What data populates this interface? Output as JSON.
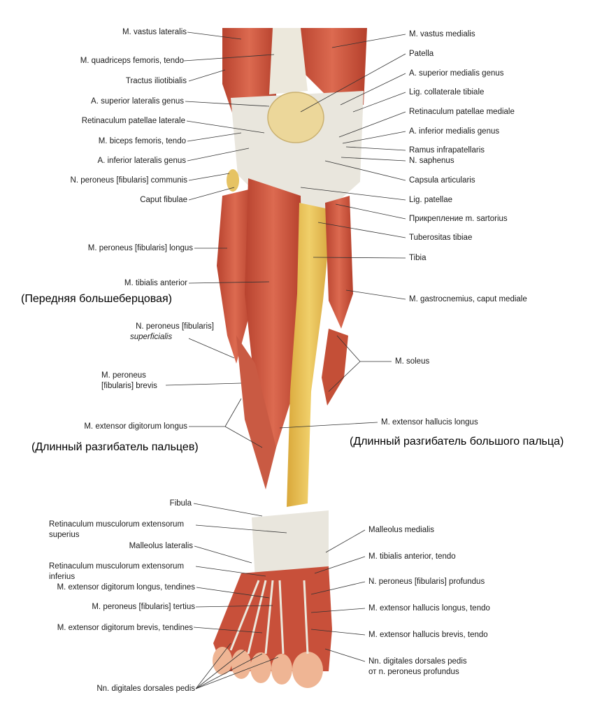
{
  "labels_left": [
    {
      "id": "vastus-lateralis",
      "text": "M. vastus lateralis"
    },
    {
      "id": "quadriceps-tendo",
      "text": "M. quadriceps femoris, tendo"
    },
    {
      "id": "tractus-iliotibialis",
      "text": "Tractus iliotibialis"
    },
    {
      "id": "a-superior-lateralis-genus",
      "text": "A. superior lateralis genus"
    },
    {
      "id": "retinaculum-patellae-laterale",
      "text": "Retinaculum patellae laterale"
    },
    {
      "id": "biceps-femoris-tendo",
      "text": "M. biceps femoris, tendo"
    },
    {
      "id": "a-inferior-lateralis-genus",
      "text": "A. inferior lateralis genus"
    },
    {
      "id": "n-peroneus-communis",
      "text": "N. peroneus [fibularis] communis"
    },
    {
      "id": "caput-fibulae",
      "text": "Caput fibulae"
    },
    {
      "id": "peroneus-longus",
      "text": "M. peroneus [fibularis] longus"
    },
    {
      "id": "tibialis-anterior",
      "text": "M. tibialis anterior"
    },
    {
      "id": "n-peroneus-superficialis-1",
      "text": "N. peroneus [fibularis]"
    },
    {
      "id": "n-peroneus-superficialis-2",
      "text": "superficialis"
    },
    {
      "id": "peroneus-brevis-1",
      "text": "M. peroneus"
    },
    {
      "id": "peroneus-brevis-2",
      "text": "[fibularis] brevis"
    },
    {
      "id": "extensor-digitorum-longus",
      "text": "M. extensor digitorum longus"
    },
    {
      "id": "fibula",
      "text": "Fibula"
    },
    {
      "id": "retinaculum-superius-1",
      "text": "Retinaculum musculorum extensorum"
    },
    {
      "id": "retinaculum-superius-2",
      "text": "superius"
    },
    {
      "id": "malleolus-lateralis",
      "text": "Malleolus lateralis"
    },
    {
      "id": "retinaculum-inferius-1",
      "text": "Retinaculum musculorum extensorum"
    },
    {
      "id": "retinaculum-inferius-2",
      "text": "inferius"
    },
    {
      "id": "edl-tendines",
      "text": "M. extensor digitorum longus, tendines"
    },
    {
      "id": "peroneus-tertius",
      "text": "M. peroneus [fibularis] tertius"
    },
    {
      "id": "edb-tendines",
      "text": "M. extensor digitorum brevis, tendines"
    },
    {
      "id": "nn-digitales-dorsales",
      "text": "Nn. digitales dorsales pedis"
    }
  ],
  "labels_right": [
    {
      "id": "vastus-medialis",
      "text": "M. vastus medialis"
    },
    {
      "id": "patella",
      "text": "Patella"
    },
    {
      "id": "a-superior-medialis-genus",
      "text": "A. superior medialis genus"
    },
    {
      "id": "lig-collaterale-tibiale",
      "text": "Lig. collaterale tibiale"
    },
    {
      "id": "retinaculum-patellae-mediale",
      "text": "Retinaculum patellae mediale"
    },
    {
      "id": "a-inferior-medialis-genus",
      "text": "A. inferior medialis genus"
    },
    {
      "id": "ramus-infrapatellaris",
      "text": "Ramus infrapatellaris"
    },
    {
      "id": "n-saphenus",
      "text": "N. saphenus"
    },
    {
      "id": "capsula-articularis",
      "text": "Capsula articularis"
    },
    {
      "id": "lig-patellae",
      "text": "Lig. patellae"
    },
    {
      "id": "sartorius",
      "text": "Прикрепление m. sartorius"
    },
    {
      "id": "tuberositas-tibiae",
      "text": "Tuberositas tibiae"
    },
    {
      "id": "tibia",
      "text": "Tibia"
    },
    {
      "id": "gastrocnemius",
      "text": "M. gastrocnemius, caput mediale"
    },
    {
      "id": "soleus",
      "text": "M. soleus"
    },
    {
      "id": "extensor-hallucis-longus",
      "text": "M. extensor hallucis longus"
    },
    {
      "id": "malleolus-medialis",
      "text": "Malleolus medialis"
    },
    {
      "id": "tibialis-anterior-tendo",
      "text": "M. tibialis anterior, tendo"
    },
    {
      "id": "n-peroneus-profundus",
      "text": "N. peroneus [fibularis] profundus"
    },
    {
      "id": "ehl-tendo",
      "text": "M. extensor hallucis longus, tendo"
    },
    {
      "id": "ehb-tendo",
      "text": "M. extensor hallucis brevis, tendo"
    },
    {
      "id": "nn-digitales-profundus-1",
      "text": "Nn. digitales dorsales pedis"
    },
    {
      "id": "nn-digitales-profundus-2",
      "text": "от n. peroneus profundus"
    }
  ],
  "russian_labels": [
    {
      "id": "ru-tibialis-anterior",
      "text": "(Передняя большеберцовая)"
    },
    {
      "id": "ru-edl",
      "text": "(Длинный разгибатель пальцев)"
    },
    {
      "id": "ru-ehl",
      "text": "(Длинный разгибатель большого пальца)"
    }
  ],
  "colors": {
    "muscle": "#c8503a",
    "muscle_dark": "#a53a28",
    "tendon": "#e6e4dc",
    "bone": "#e8c65a",
    "line": "#333333"
  }
}
